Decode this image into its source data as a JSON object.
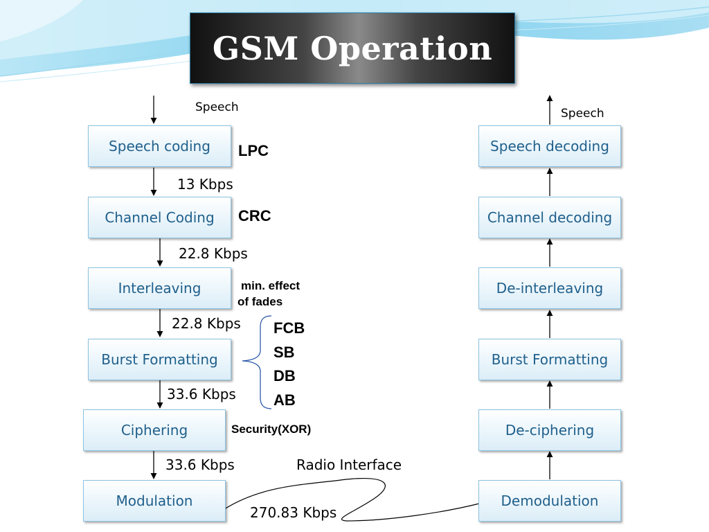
{
  "title": "GSM Operation",
  "transmitter": {
    "input_label": "Speech",
    "blocks": [
      "Speech coding",
      "Channel Coding",
      "Interleaving",
      "Burst Formatting",
      "Ciphering",
      "Modulation"
    ],
    "rates": [
      "13 Kbps",
      "22.8 Kbps",
      "22.8 Kbps",
      "33.6 Kbps",
      "33.6 Kbps"
    ]
  },
  "receiver": {
    "output_label": "Speech",
    "blocks": [
      "Speech decoding",
      "Channel decoding",
      "De-interleaving",
      "Burst Formatting",
      "De-ciphering",
      "Demodulation"
    ]
  },
  "notes": {
    "lpc": "LPC",
    "crc": "CRC",
    "interleave_line1": "min. effect",
    "interleave_line2": "of fades",
    "burst_types": [
      "FCB",
      "SB",
      "DB",
      "AB"
    ],
    "security": "Security(XOR)"
  },
  "radio": {
    "label": "Radio Interface",
    "rate": "270.83 Kbps"
  },
  "colors": {
    "box_text": "#1f5f8b",
    "box_border": "#8cc3e2",
    "accent_wave": "#6fc6e6",
    "brace": "#2e5aa8"
  }
}
